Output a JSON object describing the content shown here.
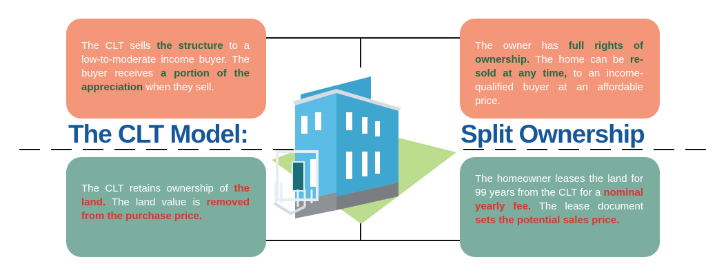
{
  "title_left": "The CLT Model:",
  "title_right": "Split Ownership",
  "colors": {
    "orange": "#F4967A",
    "teal": "#7BAE9F",
    "green_emphasis": "#1E6B45",
    "red_emphasis": "#D8362C",
    "title_blue": "#15579A"
  },
  "boxes": {
    "top_left": [
      {
        "t": "The CLT sells ",
        "b": false
      },
      {
        "t": "the structure",
        "b": true
      },
      {
        "t": " to a low-to-moderate income buyer. The buyer receives ",
        "b": false
      },
      {
        "t": "a portion of the appreciation",
        "b": true
      },
      {
        "t": " when they sell.",
        "b": false
      }
    ],
    "top_right": [
      {
        "t": "The owner has ",
        "b": false
      },
      {
        "t": "full rights of ownership.",
        "b": true
      },
      {
        "t": " The home can be ",
        "b": false
      },
      {
        "t": "re-sold at any time,",
        "b": true
      },
      {
        "t": " to an income-qualified buyer at an affordable price.",
        "b": false
      }
    ],
    "bottom_left": [
      {
        "t": "The CLT retains ownership of ",
        "b": false
      },
      {
        "t": "the land.",
        "b": true
      },
      {
        "t": " The land value is ",
        "b": false
      },
      {
        "t": "removed from the purchase price.",
        "b": true
      }
    ],
    "bottom_right": [
      {
        "t": "The homeowner leases the land for 99 years from the CLT for a ",
        "b": false
      },
      {
        "t": "nominal yearly fee.",
        "b": true
      },
      {
        "t": " The lease document ",
        "b": false
      },
      {
        "t": "sets the potential sales price.",
        "b": true
      }
    ]
  },
  "illustration": "house-on-land-icon"
}
